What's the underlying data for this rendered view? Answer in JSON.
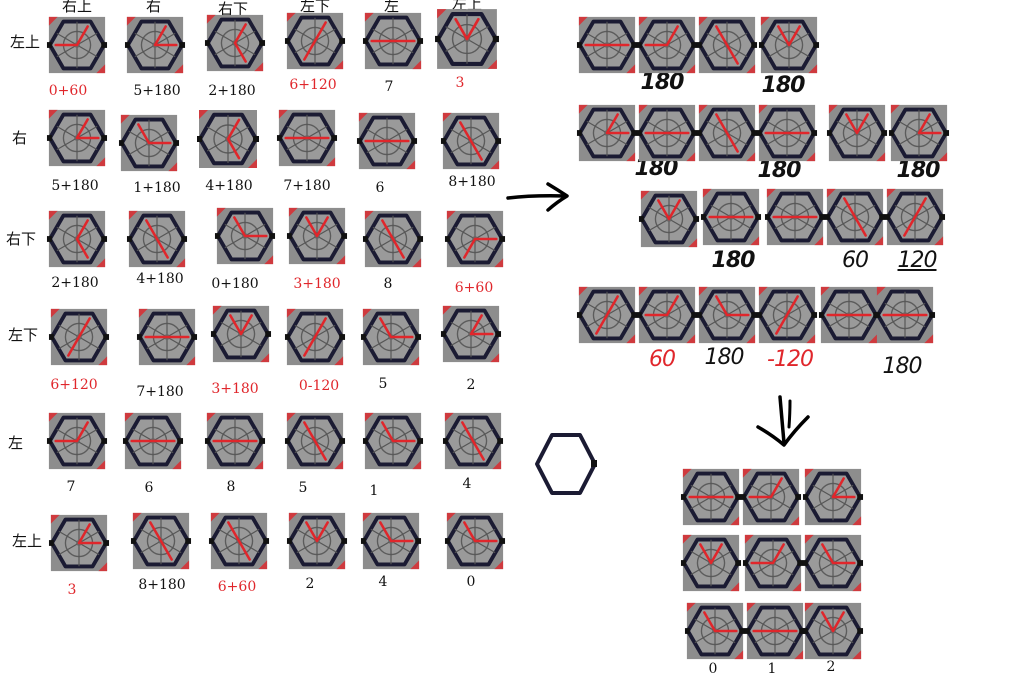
{
  "colors": {
    "tile_fill": "#8d8d8d",
    "tile_stroke": "#1b1b33",
    "pipe": "#e0262b",
    "label_black": "#111111",
    "label_red": "#e0262b"
  },
  "icons": {
    "tile": "hexagon-pipe-tile-icon",
    "arrow_right": "hand-drawn-arrow-right-icon",
    "arrow_down": "hand-drawn-arrow-down-icon",
    "empty_hex": "empty-hexagon-icon"
  },
  "grid": {
    "column_headers": [
      "右上",
      "右",
      "右下",
      "左下",
      "左",
      "左上"
    ],
    "rows": [
      {
        "label": "左上",
        "cells": [
          {
            "text": "0+60",
            "red": true
          },
          {
            "text": "5+180",
            "red": false
          },
          {
            "text": "2+180",
            "red": false
          },
          {
            "text": "6+120",
            "red": true
          },
          {
            "text": "7",
            "red": false
          },
          {
            "text": "3",
            "red": true
          }
        ]
      },
      {
        "label": "右",
        "cells": [
          {
            "text": "5+180",
            "red": false
          },
          {
            "text": "1+180",
            "red": false
          },
          {
            "text": "4+180",
            "red": false
          },
          {
            "text": "7+180",
            "red": false
          },
          {
            "text": "6",
            "red": false
          },
          {
            "text": "8+180",
            "red": false
          }
        ]
      },
      {
        "label": "右下",
        "cells": [
          {
            "text": "2+180",
            "red": false
          },
          {
            "text": "4+180",
            "red": false
          },
          {
            "text": "0+180",
            "red": false
          },
          {
            "text": "3+180",
            "red": true
          },
          {
            "text": "8",
            "red": false
          },
          {
            "text": "6+60",
            "red": true
          }
        ]
      },
      {
        "label": "左下",
        "cells": [
          {
            "text": "6+120",
            "red": true
          },
          {
            "text": "7+180",
            "red": false
          },
          {
            "text": "3+180",
            "red": true
          },
          {
            "text": "0-120",
            "red": true
          },
          {
            "text": "5",
            "red": false
          },
          {
            "text": "2",
            "red": false
          }
        ]
      },
      {
        "label": "左",
        "cells": [
          {
            "text": "7",
            "red": false
          },
          {
            "text": "6",
            "red": false
          },
          {
            "text": "8",
            "red": false
          },
          {
            "text": "5",
            "red": false
          },
          {
            "text": "1",
            "red": false
          },
          {
            "text": "4",
            "red": false
          }
        ]
      },
      {
        "label": "左上",
        "cells": [
          {
            "text": "3",
            "red": true
          },
          {
            "text": "8+180",
            "red": false
          },
          {
            "text": "6+60",
            "red": true
          },
          {
            "text": "2",
            "red": false
          },
          {
            "text": "4",
            "red": false
          },
          {
            "text": "0",
            "red": false
          }
        ]
      }
    ]
  },
  "sketch_notes": {
    "row1": [
      "180",
      "180"
    ],
    "row2": [
      "180",
      "180",
      "180"
    ],
    "row3": [
      "180",
      "60",
      "120"
    ],
    "row4": [
      "60",
      "180",
      "-120",
      "180"
    ]
  },
  "result_labels": [
    "0",
    "1",
    "2"
  ]
}
